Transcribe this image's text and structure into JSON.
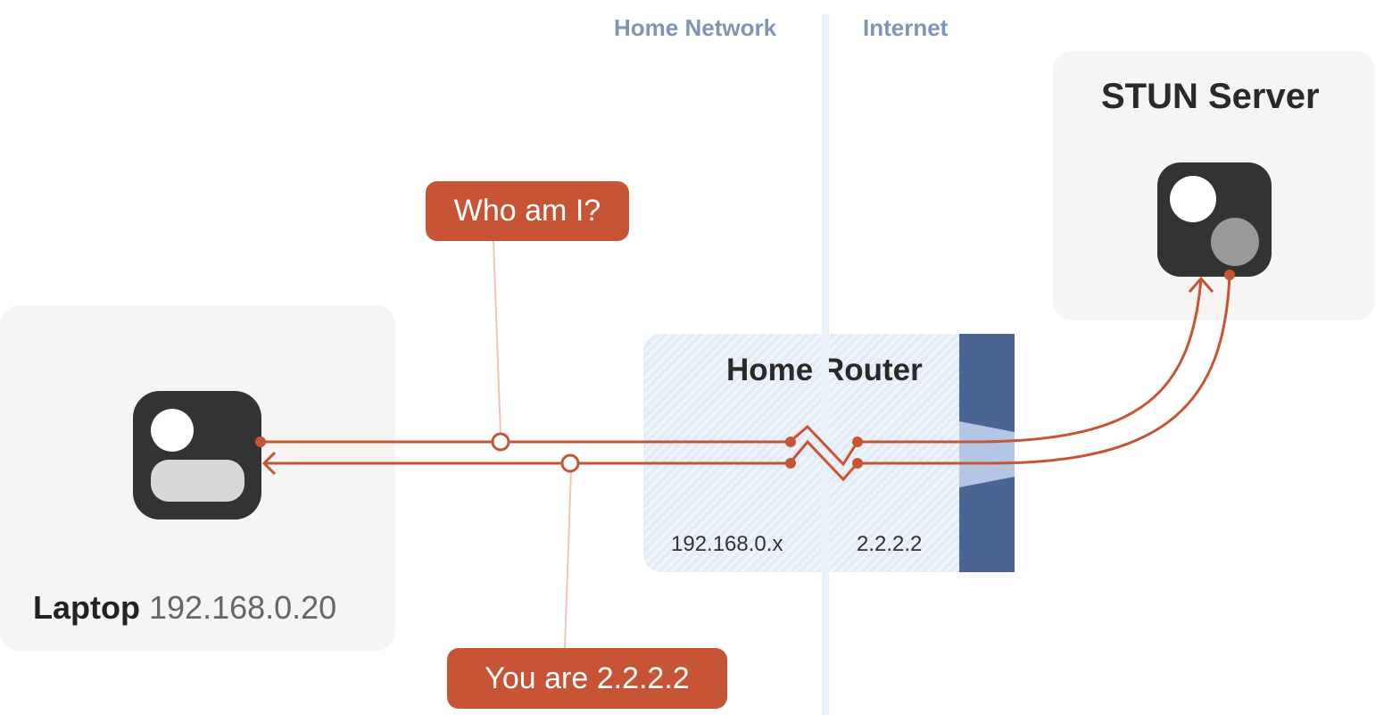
{
  "zones": {
    "home_network": "Home Network",
    "internet": "Internet"
  },
  "stun_server": {
    "title": "STUN Server"
  },
  "laptop": {
    "name": "Laptop",
    "ip": "192.168.0.20"
  },
  "router": {
    "title": "Home Router",
    "private_address": "192.168.0.x",
    "public_address": "2.2.2.2"
  },
  "messages": {
    "request": "Who am I?",
    "response": "You are 2.2.2.2"
  },
  "colors": {
    "accent": "#c75434",
    "device": "#333333",
    "router_port": "#4a6494",
    "zone_label": "#7f95b8"
  }
}
